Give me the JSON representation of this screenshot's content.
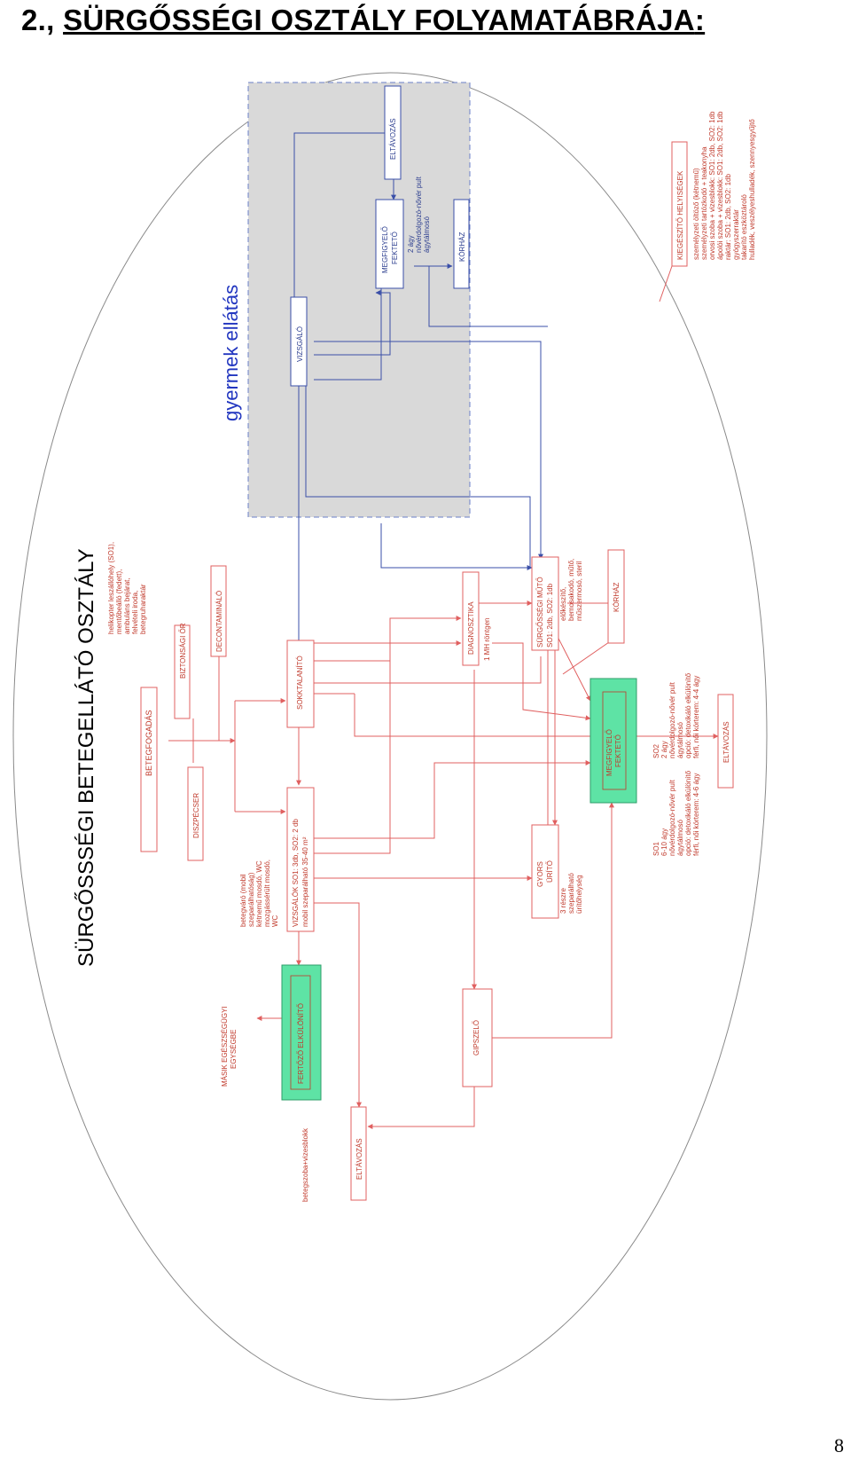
{
  "heading": {
    "number": "2.,",
    "title": "SÜRGŐSSÉGI OSZTÁLY FOLYAMATÁBRÁJA",
    "colon": ":"
  },
  "page_number": "8",
  "colors": {
    "red": "#e06060",
    "red_text": "#c0392b",
    "blue": "#3a4fa8",
    "green": "#5ee3a5",
    "gray_zone": "#d9d9d9"
  },
  "diagram": {
    "dept_title": "SÜRGŐSSSÉGI BETEGELLÁTÓ OSZTÁLY",
    "heli_note": [
      "helikopter leszállóhely (SO1),",
      "mentőbeálló (fedett),",
      "ambuláns bejárat,",
      "felvételi iroda,",
      "betegruharaktár"
    ],
    "betegfogadas": "BETEGFOGADÁS",
    "biztonsagi_or": "BIZTONSÁGI ŐR",
    "dekontaminalo": "DECONTAMINÁLÓ",
    "diszpecser": "DISZPÉCSER",
    "sokktalanito": "SOKKTALANÍTÓ",
    "vizsgalok": [
      "VIZSGÁLÓK SO1: 3db, SO2: 2 db",
      "mobil szeparálható 35-40 m²"
    ],
    "vizsgalok_note": [
      "betegváró (mobil",
      "szeparálhatóság)",
      "kétnemű mosdó, WC",
      "mozgássérült mosdó,",
      "WC"
    ],
    "diagnosztika": "DIAGNOSZTIKA",
    "mh_rontgen": "1 MH röntgen",
    "mutok": [
      "SÜRGŐSSÉGI MŰTŐ",
      "SO1: 2db, SO2: 1db"
    ],
    "muto_note": [
      "előkészítő,",
      "bemosakodó, műtő,",
      "műszermosó, steril"
    ],
    "korhaz_main": "KÓRHÁZ",
    "megfigyelo_main": [
      "MEGFIGYELŐ",
      "FEKTETŐ"
    ],
    "so2_note": [
      "SO2",
      "2 ágy",
      "nővérdolgozó-nővér pult",
      "ágytálmosó",
      "opció: detoxikáló elkülönítő",
      "férfi, női kórterem: 4-4 ágy"
    ],
    "eltavozas_main": "ELTÁVOZÁS",
    "so1_note": [
      "SO1",
      "6-10 ágy",
      "nővérdolgozó-nővér pult",
      "ágytálmosó",
      "opció: detoxikáló elkülönítő",
      "férfi, női kórterem: 4-6 ágy"
    ],
    "gyors_urito": [
      "GYORS",
      "ÜRÍTŐ"
    ],
    "urito_note": [
      "3 részre",
      "szeparálható",
      "ürítőhelység"
    ],
    "gipszelo": "GIPSZELŐ",
    "fertozo": "FERTŐZŐ ELKÜLÖNÍTŐ",
    "masik": [
      "MÁSIK EGÉSZSÉGÜGYI",
      "EGYSÉGBE"
    ],
    "betegszoba": "betegszoba+vizesblokk",
    "eltavozas_bottom": "ELTÁVOZÁS",
    "gyermek_ellatas": "gyermek ellátás",
    "vizsgalo_child": "VIZSGÁLÓ",
    "megfigyelo_child": [
      "MEGFIGYELŐ",
      "FEKTETŐ"
    ],
    "child_note": [
      "2 ágy",
      "nővérdolgozó-nővér pult",
      "ágytálmosó"
    ],
    "eltavozas_child": "ELTÁVOZÁS",
    "korhaz_child": "KÓRHÁZ",
    "kiegeszito_title": "KIEGÉSZÍTŐ HELYISÉGEK",
    "kiegeszito_items": [
      "személyzeti öltöző (kétnemű)",
      "személyzeti tartózkodó + teakonyha",
      "orvosi szoba + vizesblokk: SO1: 2db, SO2: 1db",
      "ápolói szoba + vizesblokk: SO1: 2db, SO2: 1db",
      "raktár: SO1: 2db, SO2: 1db",
      "gyógyszerraktár",
      "takarító eszköztároló",
      "hulladék, veszélyeshulladék, szennyesgyűjtő"
    ]
  }
}
